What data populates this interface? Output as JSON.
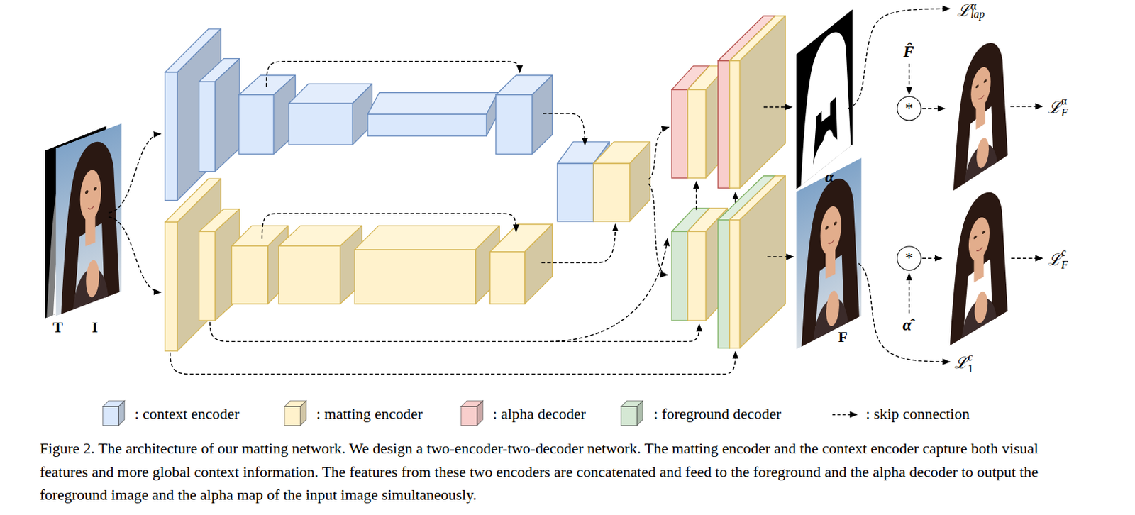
{
  "diagram": {
    "caption": "Figure 2. The architecture of our matting network. We design a two-encoder-two-decoder network. The matting encoder and the context encoder capture both visual features and more global context information. The features from these two encoders are concatenated and feed to the foreground and the alpha decoder to output the foreground image and the alpha map of the input image simultaneously.",
    "nodes": [
      {
        "text": [
          "T",
          "I"
        ]
      },
      {
        "text": [
          "α"
        ]
      },
      {
        "text": [
          "*"
        ]
      },
      {
        "text": [
          "F"
        ]
      },
      {
        "text": [
          "*"
        ]
      }
    ],
    "edges": [
      {
        "from": 1,
        "to": 2,
        "arrow": "to"
      },
      {
        "from": 3,
        "to": 4,
        "arrow": "to"
      }
    ],
    "labels": [
      "ℒ",
      "α",
      "lap",
      "F̂",
      "ℒ",
      "α",
      "F",
      "ℒ",
      "c",
      "F",
      "α̂",
      "ℒ",
      "c",
      "1"
    ],
    "legend": [
      {
        "text": ": context encoder",
        "color": "#dae8fc"
      },
      {
        "text": ": matting encoder",
        "color": "#fff2cc"
      },
      {
        "text": ": alpha decoder",
        "color": "#f8cecc"
      },
      {
        "text": ": foreground decoder",
        "color": "#d5e8d4"
      },
      {
        "text": ": skip connection"
      }
    ]
  }
}
